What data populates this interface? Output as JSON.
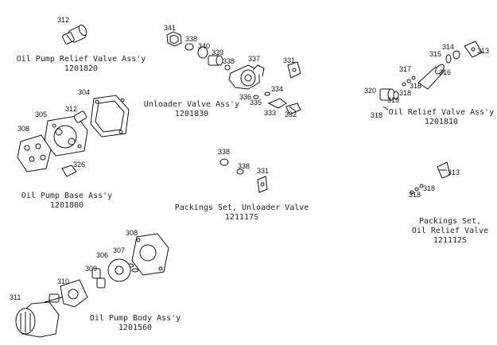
{
  "captions": {
    "c1201820": {
      "line1": "Oil Pump Relief Valve Ass'y",
      "line2": "1201820"
    },
    "c1201830": {
      "line1": "Unloader Valve Ass'y",
      "line2": "1201830"
    },
    "c1201810": {
      "line1": "Oil Relief Valve Ass'y",
      "line2": "1201810"
    },
    "c1201800": {
      "line1": "Oil Pump Base Ass'y",
      "line2": "1201800"
    },
    "c121117S": {
      "line1": "Packings Set, Unloader Valve",
      "line2": "121117S"
    },
    "c121112S": {
      "line1": "Packings Set,",
      "line2": "Oil Relief Valve",
      "line3": "121112S"
    },
    "c1201560": {
      "line1": "Oil Pump Body Ass'y",
      "line2": "1201560"
    }
  },
  "part_numbers": {
    "p312a": "312",
    "p341": "341",
    "p338a": "338",
    "p340": "340",
    "p339": "339",
    "p338b": "338",
    "p337": "337",
    "p331a": "331",
    "p334": "334",
    "p336": "336",
    "p335": "335",
    "p333": "333",
    "p332": "332",
    "p304": "304",
    "p305": "305",
    "p312b": "312",
    "p308a": "308",
    "p326": "326",
    "p338c": "338",
    "p338d": "338",
    "p331b": "331",
    "p314": "314",
    "p315": "315",
    "p313a": "313",
    "p317": "317",
    "p316": "316",
    "p320": "320",
    "p318a": "318",
    "p318b": "318",
    "p319": "319",
    "p318c": "318",
    "p313b": "313",
    "p318d": "318",
    "p318e": "318",
    "p308b": "308",
    "p307": "307",
    "p306": "306",
    "p309": "309",
    "p310": "310",
    "p311": "311"
  }
}
